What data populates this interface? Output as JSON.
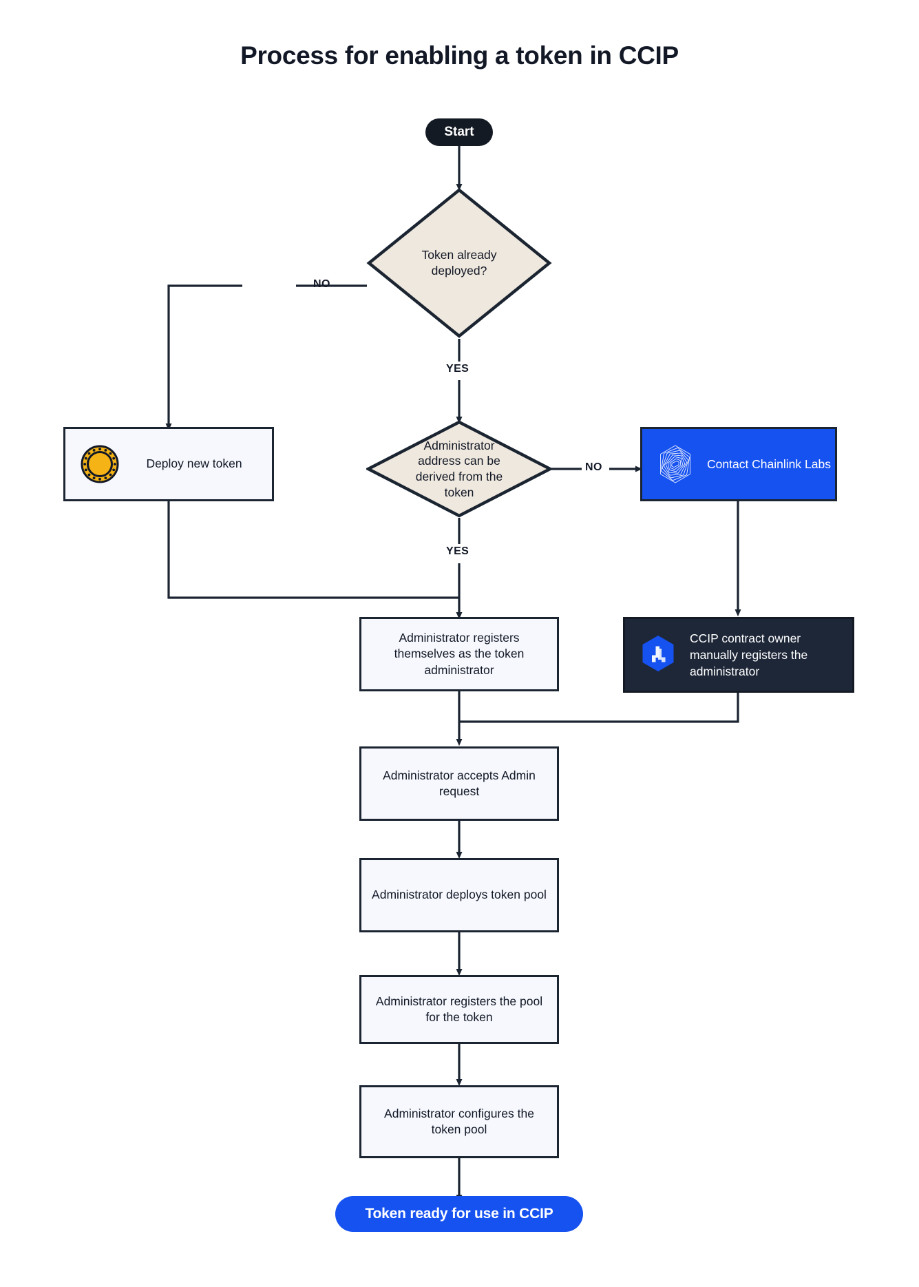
{
  "title": "Process for enabling a token in CCIP",
  "colors": {
    "ink": "#121826",
    "border": "#1b2431",
    "box_fill": "#f6f8fd",
    "diamond_fill": "#efe8de",
    "brand_blue": "#1652f0",
    "brand_dark": "#1e2738",
    "start_fill": "#141a23",
    "coin_gold": "#f5b315"
  },
  "nodes": {
    "start": {
      "label": "Start",
      "type": "terminator"
    },
    "decision_deployed": {
      "label": "Token already deployed?",
      "type": "decision"
    },
    "deploy_new_token": {
      "label": "Deploy new token",
      "type": "process-with-icon",
      "icon": "gold-coin-icon"
    },
    "decision_admin_derived": {
      "label": "Administrator address can be derived from the token",
      "type": "decision"
    },
    "contact_chainlink_labs": {
      "label": "Contact Chainlink Labs",
      "type": "process-brand-blue",
      "icon": "chainlink-spiral-icon"
    },
    "register_self_admin": {
      "label": "Administrator registers themselves as the token administrator",
      "type": "process"
    },
    "ccip_owner_registers": {
      "label": "CCIP contract owner manually registers the administrator",
      "type": "process-brand-dark",
      "icon": "ccip-hexagon-icon"
    },
    "accept_admin_request": {
      "label": "Administrator accepts Admin request",
      "type": "process"
    },
    "deploy_token_pool": {
      "label": "Administrator deploys token pool",
      "type": "process"
    },
    "register_pool": {
      "label": "Administrator registers the pool for the token",
      "type": "process"
    },
    "configure_pool": {
      "label": "Administrator configures the token pool",
      "type": "process"
    },
    "token_ready": {
      "label": "Token ready for use in CCIP",
      "type": "terminator"
    }
  },
  "edge_labels": {
    "deployed_no": "NO",
    "deployed_yes": "YES",
    "admin_no": "NO",
    "admin_yes": "YES"
  }
}
